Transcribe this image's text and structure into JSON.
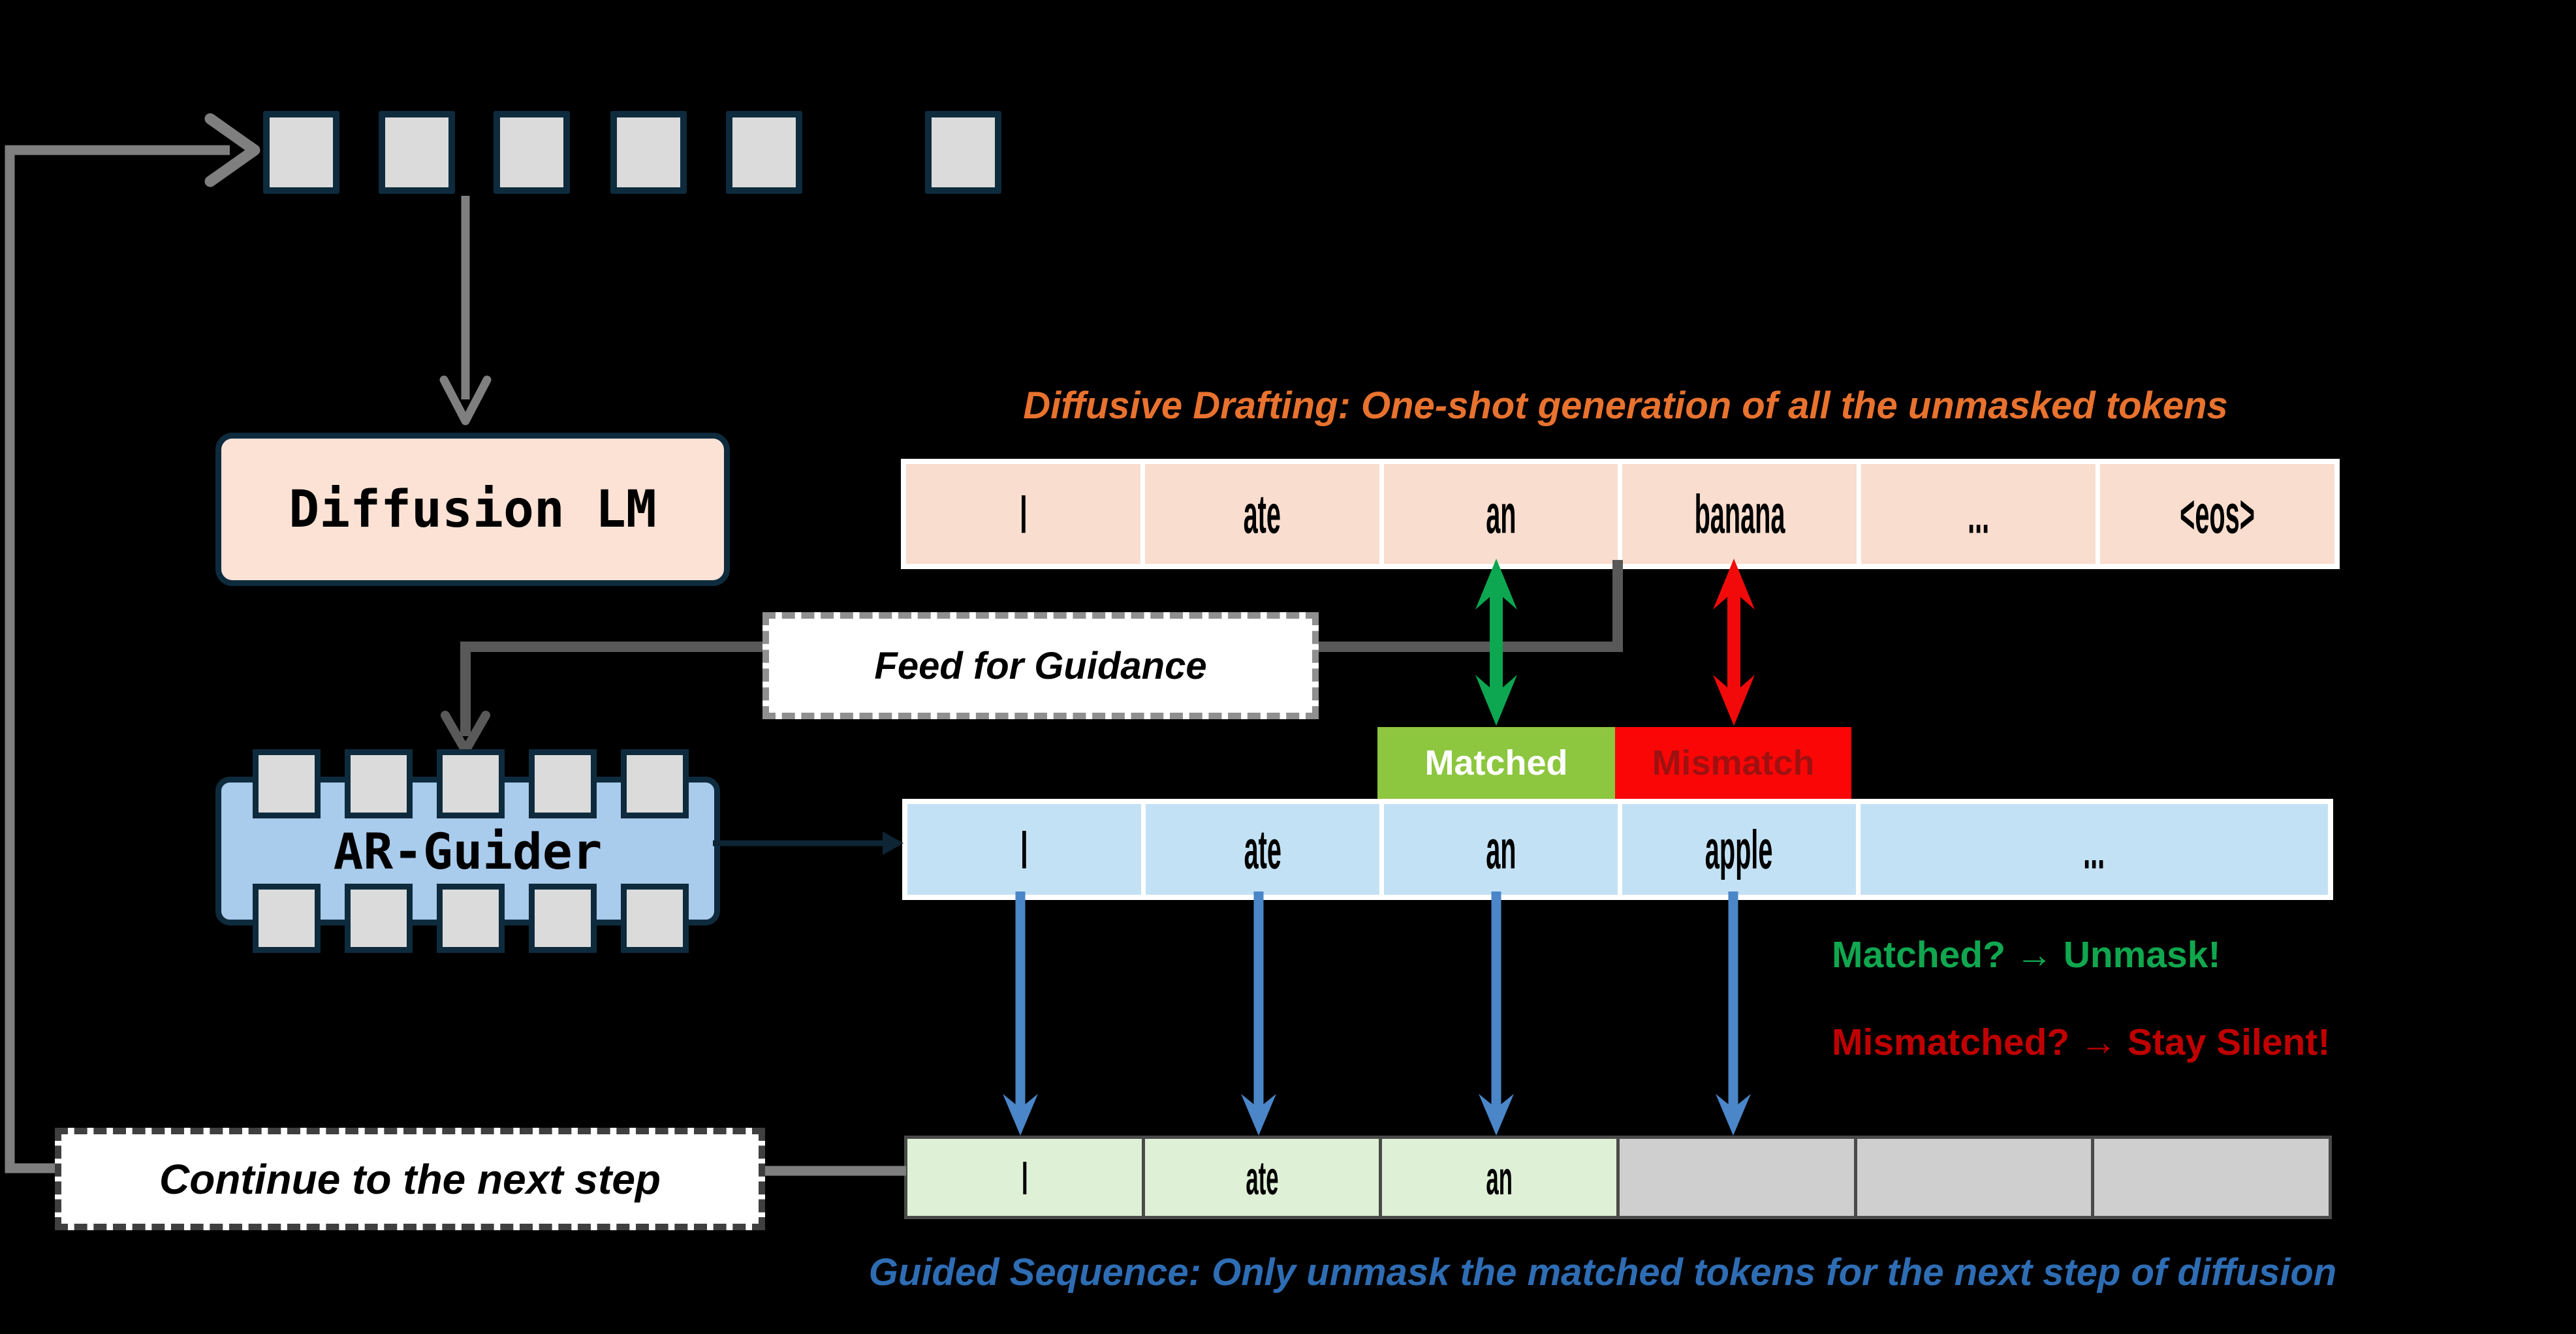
{
  "theme": {
    "background": "#000000",
    "node_border": "#0E2B3D",
    "peach_fill": "#FBE2D5",
    "chip_fill": "#A9CBEC",
    "pin_fill": "#DBDBDB",
    "mask_square_fill": "#DBDBDB",
    "draft_cell_fill": "#F9DDCE",
    "guider_cell_fill": "#C3E1F4",
    "guided_green_fill": "#DEF0D5",
    "guided_gray_fill": "#CFCFCF",
    "guided_border": "#4A4A4A",
    "matched_green": "#8DC63F",
    "mismatch_red": "#FB0606",
    "mismatch_text": "#9E1111",
    "arrow_green": "#0CA750",
    "arrow_red": "#F20A0A",
    "arrow_blue": "#4A86C8",
    "line_gray": "#7F7F7F",
    "elbow_gray": "#595959",
    "dark_connector": "#0D2534",
    "heading_orange": "#E8722E",
    "caption_blue": "#2E6DB4",
    "rule_green": "#10A74F",
    "rule_red": "#C00000",
    "dashed_dark": "#3F3F3F",
    "dashed_gray": "#8F8F8F"
  },
  "boxes": {
    "diffusion_lm": "Diffusion LM",
    "ar_guider": "AR-Guider",
    "feed_for_guidance": "Feed for Guidance",
    "continue_next": "Continue to the next step",
    "matched_tag": "Matched",
    "mismatch_tag": "Mismatch"
  },
  "captions": {
    "drafting": "Diffusive Drafting: One-shot generation of all the unmasked tokens",
    "guided": "Guided Sequence: Only unmask the matched tokens for the next step of diffusion",
    "matched_rule": "Matched? → Unmask!",
    "mismatched_rule": "Mismatched? → Stay Silent!"
  },
  "rows": {
    "draft": {
      "cells": [
        {
          "text": "I"
        },
        {
          "text": "ate"
        },
        {
          "text": "an"
        },
        {
          "text": "banana"
        },
        {
          "text": "..."
        },
        {
          "text": "<eos>"
        }
      ]
    },
    "guider": {
      "cells": [
        {
          "text": "I"
        },
        {
          "text": "ate"
        },
        {
          "text": "an"
        },
        {
          "text": "apple"
        },
        {
          "text": "..."
        }
      ]
    },
    "guided": {
      "cells": [
        {
          "text": "I",
          "state": "unmasked"
        },
        {
          "text": "ate",
          "state": "unmasked"
        },
        {
          "text": "an",
          "state": "unmasked"
        },
        {
          "text": "",
          "state": "masked"
        },
        {
          "text": "",
          "state": "masked"
        },
        {
          "text": "",
          "state": "masked"
        }
      ]
    }
  }
}
